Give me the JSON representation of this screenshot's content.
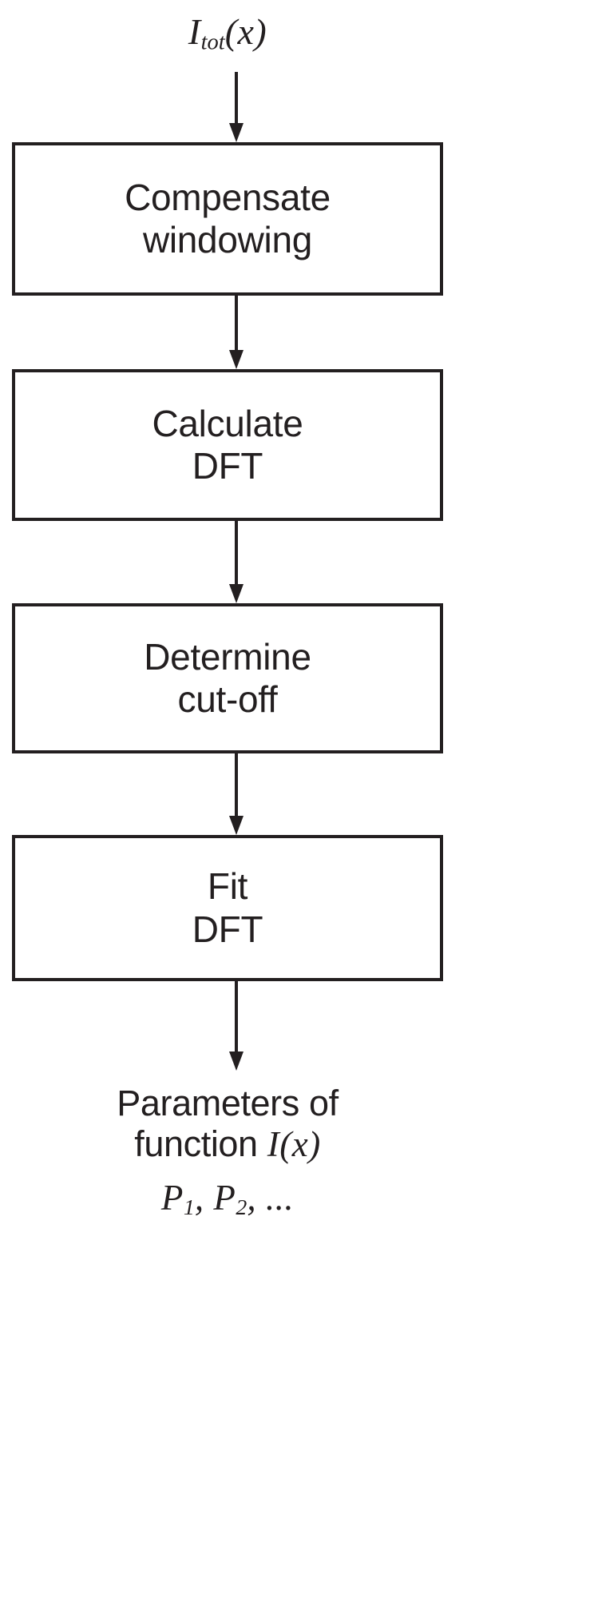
{
  "diagram": {
    "title": "DFT fitting procedure flowchart",
    "orientation": "vertical top-to-bottom",
    "colors": {
      "stroke": "#231f20",
      "fill": "#ffffff",
      "background": "#ffffff"
    },
    "input": {
      "symbol": "I",
      "subscript": "tot",
      "argument": "(x)",
      "full_text": "I_tot(x)"
    },
    "steps": [
      {
        "id": "step-1",
        "text": "Compensate\nwindowing",
        "line1": "Compensate",
        "line2": "windowing"
      },
      {
        "id": "step-2",
        "text": "Calculate\nDFT",
        "line1": "Calculate",
        "line2": "DFT"
      },
      {
        "id": "step-3",
        "text": "Determine\ncut-off",
        "line1": "Determine",
        "line2": "cut-off"
      },
      {
        "id": "step-4",
        "text": "Fit\nDFT",
        "line1": "Fit",
        "line2": "DFT"
      }
    ],
    "output": {
      "line1": "Parameters of",
      "line2_prefix": "function ",
      "line2_symbol": "I",
      "line2_argument": "(x)",
      "line3": "P_1, P_2, ...",
      "params": [
        {
          "symbol": "P",
          "subscript": "1"
        },
        {
          "symbol": "P",
          "subscript": "2"
        }
      ],
      "ellipsis": "..."
    },
    "connectors": [
      {
        "id": "arrow-input-to-step-1",
        "from": "input",
        "to": "step-1",
        "icon": "arrow-down-icon"
      },
      {
        "id": "arrow-step-1-to-step-2",
        "from": "step-1",
        "to": "step-2",
        "icon": "arrow-down-icon"
      },
      {
        "id": "arrow-step-2-to-step-3",
        "from": "step-2",
        "to": "step-3",
        "icon": "arrow-down-icon"
      },
      {
        "id": "arrow-step-3-to-step-4",
        "from": "step-3",
        "to": "step-4",
        "icon": "arrow-down-icon"
      },
      {
        "id": "arrow-step-4-to-output",
        "from": "step-4",
        "to": "output",
        "icon": "arrow-down-icon"
      }
    ]
  }
}
